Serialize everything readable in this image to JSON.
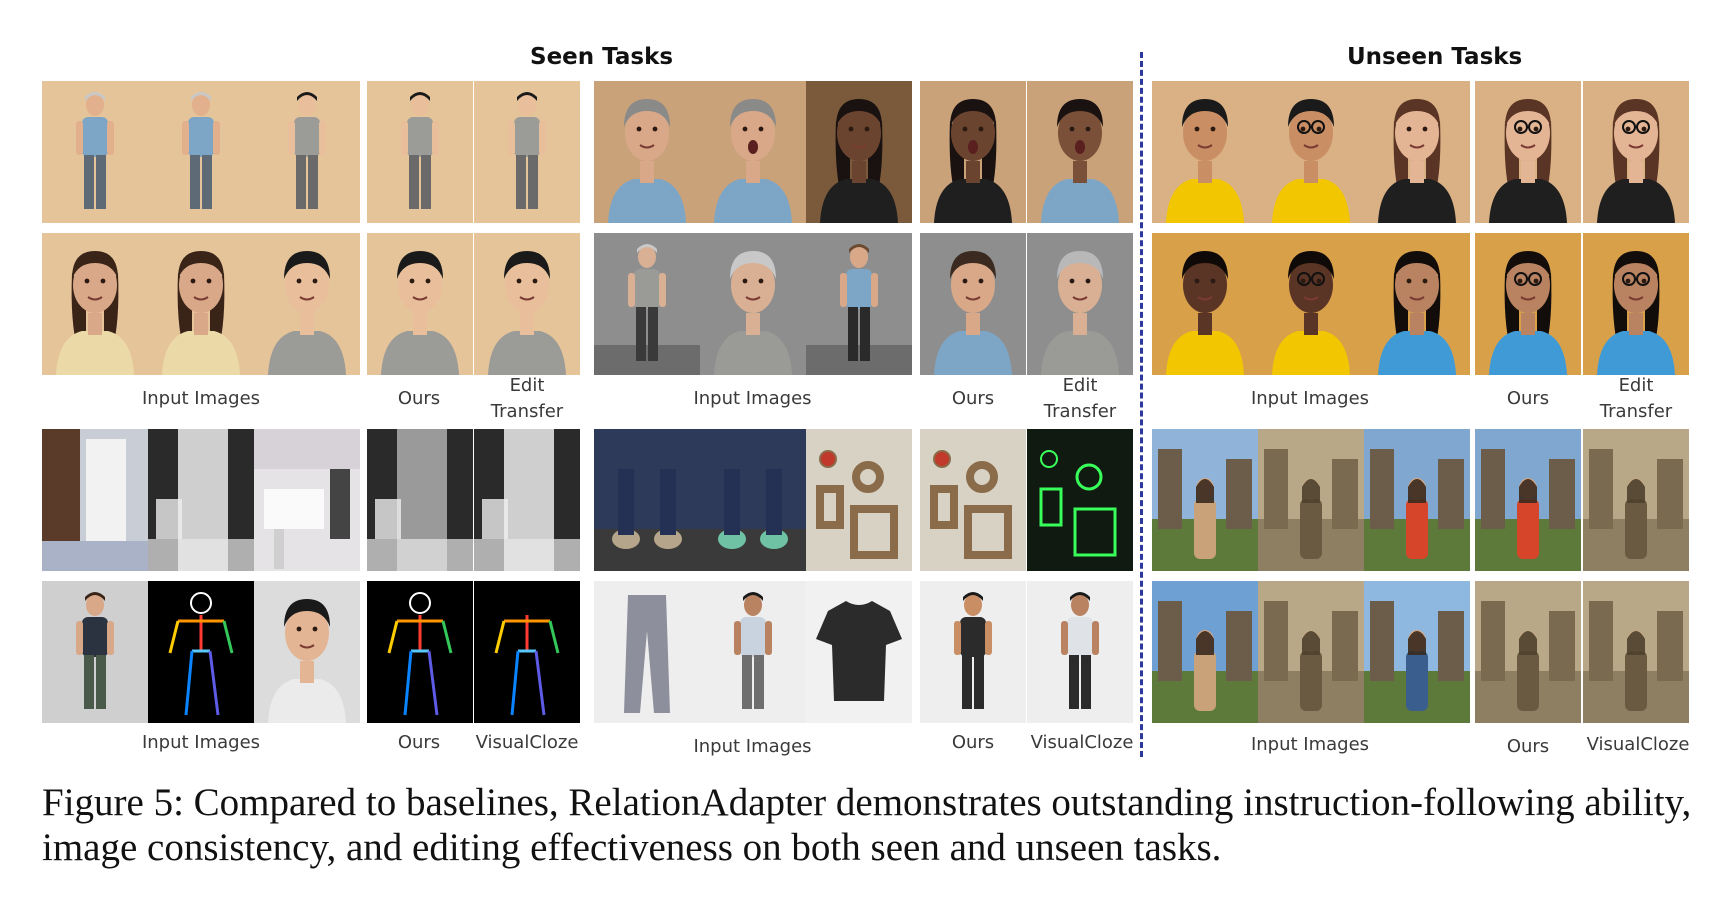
{
  "headers": {
    "seen": "Seen Tasks",
    "unseen": "Unseen Tasks"
  },
  "labels": {
    "input_images": "Input Images",
    "ours": "Ours",
    "edit_transfer_line1": "Edit",
    "edit_transfer_line2": "Transfer",
    "visualcloze": "VisualCloze"
  },
  "caption": "Figure 5: Compared to baselines, RelationAdapter demonstrates outstanding instruction-following ability, image consistency, and editing effectiveness on both seen and unseen tasks.",
  "colors": {
    "divider": "#2b3a9c",
    "warm_bg": "#e8c9a0",
    "yellow_shirt": "#f2c600",
    "blue_shirt": "#3f9ad6",
    "grey_shirt": "#9a9a96"
  }
}
